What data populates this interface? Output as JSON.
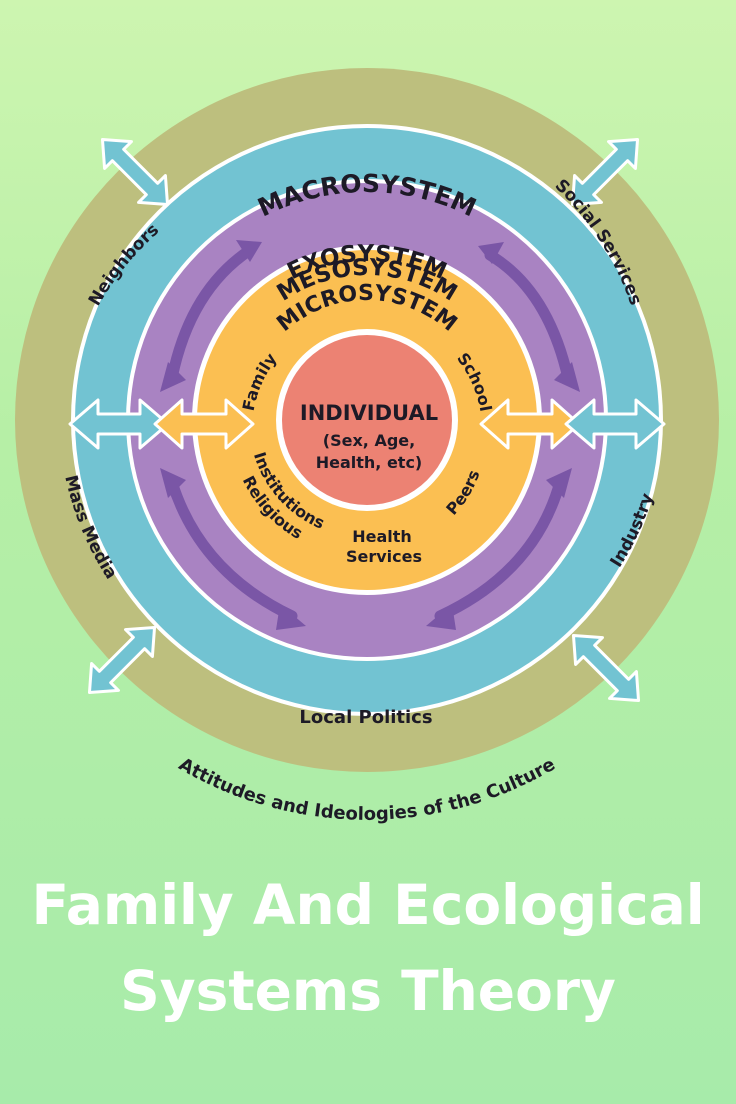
{
  "colors": {
    "macrosystem": "#bdbf7e",
    "exosystem": "#72c3d2",
    "mesosystem": "#a983c2",
    "microsystem": "#fbbf52",
    "individual": "#ec8273",
    "white": "#ffffff",
    "meso_arrow": "#7a56a6",
    "text": "#1d1a26"
  },
  "rings": {
    "macrosystem": "MACROSYSTEM",
    "exosystem": "EXOSYSTEM",
    "mesosystem": "MESOSYSTEM",
    "microsystem": "MICROSYSTEM"
  },
  "individual": {
    "title": "INDIVIDUAL",
    "line1": "(Sex, Age,",
    "line2": "Health, etc)"
  },
  "microsystem_items": {
    "family": "Family",
    "school": "School",
    "religious1": "Religious",
    "religious2": "Institutions",
    "health1": "Health",
    "health2": "Services",
    "peers": "Peers"
  },
  "exosystem_items": {
    "neighbors": "Neighbors",
    "social_services": "Social Services",
    "mass_media": "Mass Media",
    "industry": "Industry",
    "local_politics": "Local Politics"
  },
  "macrosystem_items": {
    "culture": "Attitudes and Ideologies of the Culture"
  },
  "title": {
    "line1": "Family And Ecological",
    "line2": "Systems Theory"
  }
}
